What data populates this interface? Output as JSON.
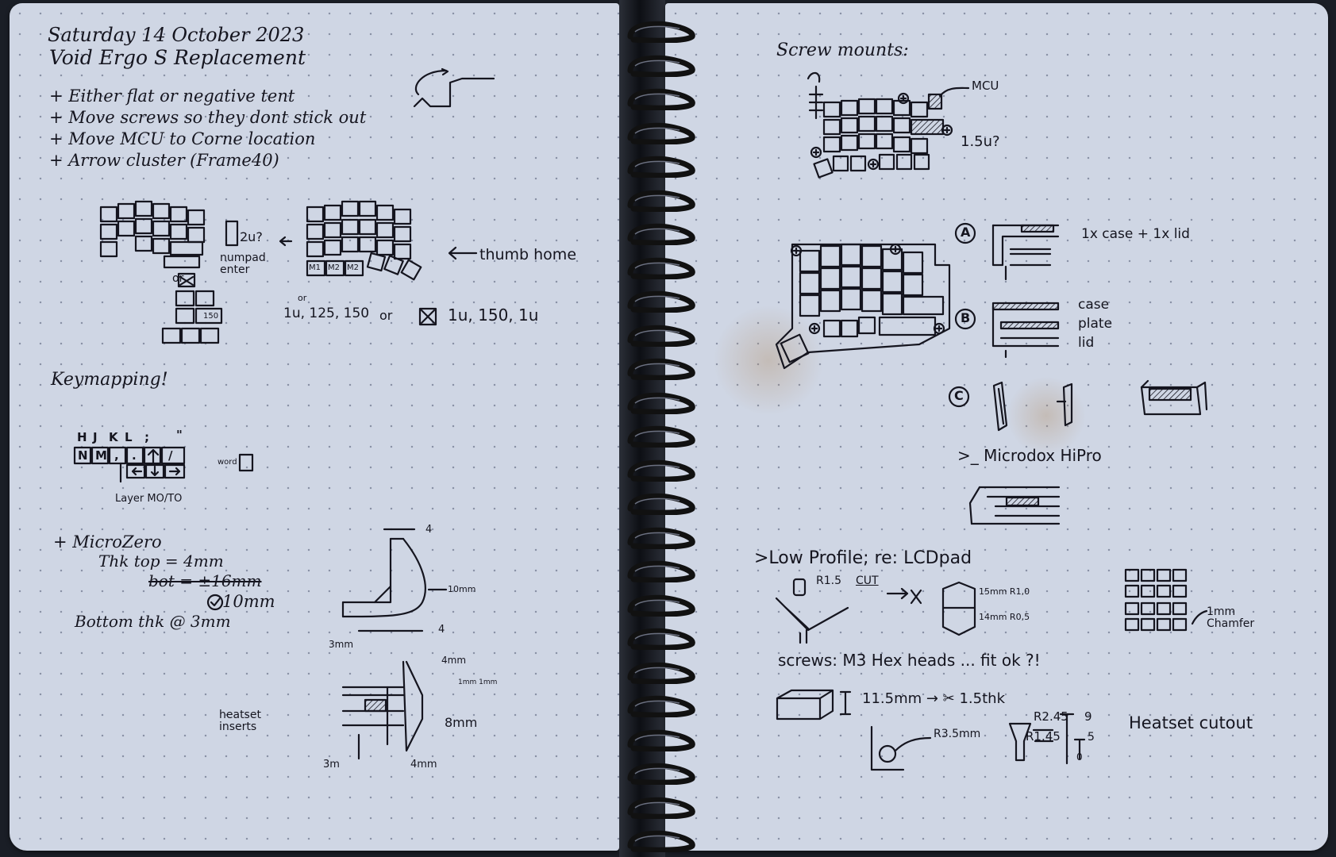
{
  "left_page": {
    "header": {
      "date": "Saturday 14 October 2023",
      "title": "Void Ergo S Replacement"
    },
    "todo": [
      "+ Either flat or negative tent",
      "+ Move screws so they dont stick out",
      "+ Move MCU to Corne location",
      "+ Arrow cluster (Frame40)"
    ],
    "arrow_cluster": {
      "side_note": "2u?",
      "numpad_note": "numpad enter",
      "or_label": "or",
      "key_150": "150"
    },
    "thumb": {
      "label": "thumb home",
      "keys": [
        "M1",
        "M2",
        "M2"
      ],
      "sizes": "1u, 125, 150",
      "or_label": "or",
      "alt_sizes": "1u, 150, 1u",
      "or_small": "or"
    },
    "keymapping": {
      "heading": "Keymapping!",
      "top_row": [
        "H",
        "J",
        "K",
        "L",
        ";",
        "\""
      ],
      "bottom_row": [
        "N",
        "M",
        ",",
        ".",
        "/"
      ],
      "note": "Layer MO/TO",
      "word_label": "word"
    },
    "micro_zero": {
      "heading": "+ MicroZero",
      "thk_top": "Thk top = 4mm",
      "bot_strike": "bot = ±16mm",
      "bot": "10mm",
      "bottom_thk": "Bottom thk @ 3mm",
      "dims": {
        "a": "4",
        "b": "10mm",
        "c": "4",
        "d": "3mm"
      }
    },
    "heatset": {
      "label": "heatset inserts",
      "dims": {
        "top": "4mm",
        "mid": "1mm 1mm",
        "side": "8mm",
        "left": "3m",
        "bottom": "4mm"
      }
    }
  },
  "right_page": {
    "screw_mounts": {
      "heading": "Screw mounts:",
      "mcu_label": "MCU",
      "size_note": "1.5u?"
    },
    "options": {
      "a": {
        "marker": "A",
        "label": "1x case + 1x lid"
      },
      "b": {
        "marker": "B",
        "labels": [
          "case",
          "plate",
          "lid"
        ]
      },
      "c": {
        "marker": "C"
      }
    },
    "microdox": ">_ Microdox HiPro",
    "low_profile": {
      "heading": ">Low Profile; re: LCDpad",
      "r_label": "R1.5",
      "cut": "CUT",
      "dim1": "15mm R1,0",
      "dim2": "14mm R0,5",
      "chamfer": "1mm Chamfer"
    },
    "screws": {
      "heading": "screws: M3 Hex heads ... fit ok ?!",
      "dim": "11.5mm → ✂ 1.5thk",
      "r3": "R3.5mm",
      "r2": "R2.45",
      "r1": "R1.45",
      "nine": "9",
      "five": "5",
      "zero": "0",
      "heatset_cutout": "Heatset cutout"
    }
  },
  "colors": {
    "paper": "#cfd6e4",
    "ink": "#15151f",
    "dots": "#8a92a6",
    "binding": "#0d0f14"
  }
}
